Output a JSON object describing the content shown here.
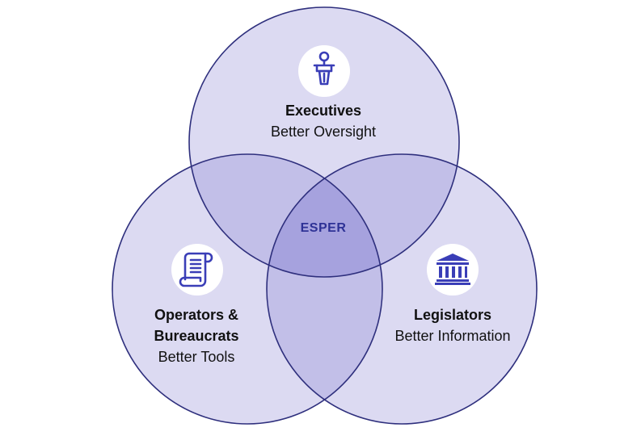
{
  "colors": {
    "circle_fill": "#dcdaf2",
    "circle_stroke": "#2e2f7d",
    "overlap_fill": "#c2bfe8",
    "center_fill": "#a6a2de",
    "icon_color": "#3a3eb7",
    "center_text_color": "#2e3296"
  },
  "center": {
    "label": "ESPER"
  },
  "executives": {
    "title": "Executives",
    "subtitle": "Better Oversight",
    "icon": "podium-speaker-icon"
  },
  "operators": {
    "title_line1": "Operators &",
    "title_line2": "Bureaucrats",
    "subtitle": "Better Tools",
    "icon": "scroll-document-icon"
  },
  "legislators": {
    "title": "Legislators",
    "subtitle": "Better Information",
    "icon": "government-building-icon"
  }
}
